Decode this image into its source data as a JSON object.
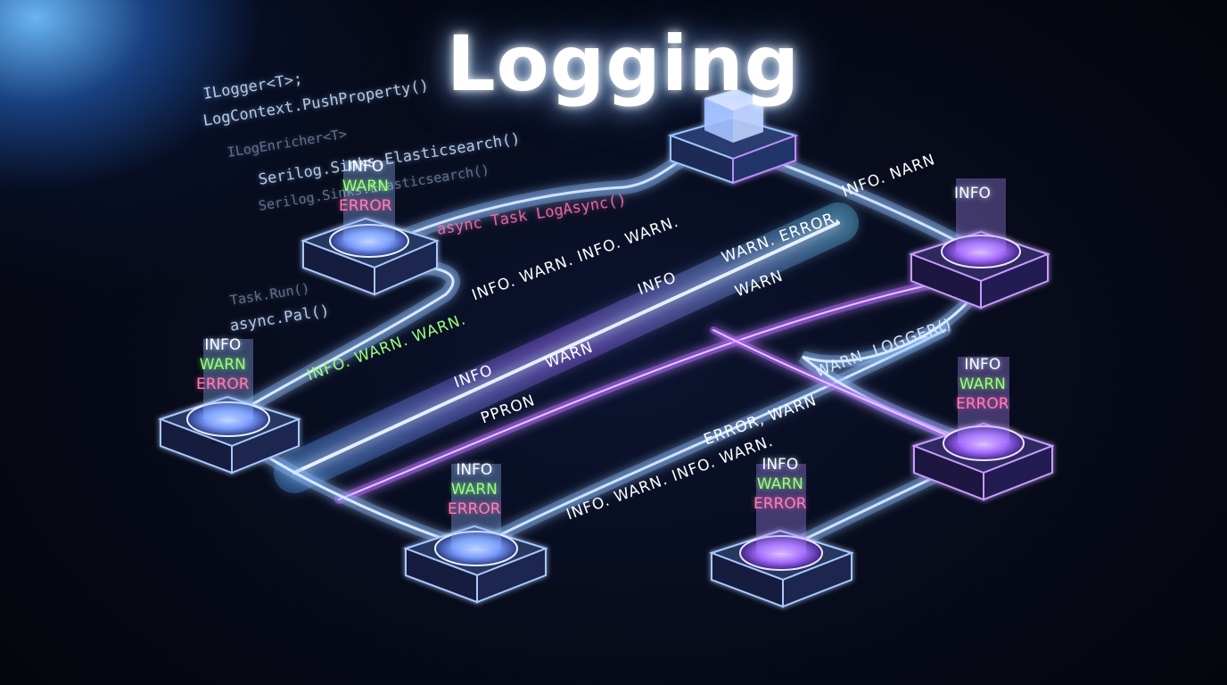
{
  "title": "Logging",
  "code_lines": [
    "ILogger<T>;",
    "LogContext.PushProperty()",
    "ILogEnricher<T>",
    "Serilog.Sinks.Elasticsearch()",
    "Serilog.Sinks.Elasticsearch()",
    "async Task LogAsync()",
    "Task.Run()",
    "async.Pal()"
  ],
  "nodes": [
    {
      "tags": [
        "INFO",
        "WARN",
        "ERROR"
      ]
    },
    {
      "tags": [
        "INFO"
      ]
    },
    {
      "tags": [
        "INFO",
        "WARN",
        "ERROR"
      ]
    },
    {
      "tags": [
        "INFO",
        "WARN",
        "ERROR"
      ]
    },
    {
      "tags": [
        "INFO",
        "WARN",
        "ERROR"
      ]
    },
    {
      "tags": [
        "INFO",
        "WARN",
        "ERROR"
      ]
    }
  ],
  "streams": [
    "INFO. WARN. INFO. WARN.",
    "INFO. WARN. WARN.",
    "INFO. NARN",
    "WARN. ERROR.",
    "INFO",
    "WARN",
    "INFO. WARN. INFO. WARN.",
    "ERROR, WARN",
    "WARN. LOGGER()",
    "INFO",
    "WARN",
    "PPRON"
  ],
  "colors": {
    "accent_blue": "#6fb6ff",
    "accent_purple": "#b05cff",
    "info": "#ffffff",
    "warn": "#9dff7a",
    "error": "#ff7fb8"
  }
}
